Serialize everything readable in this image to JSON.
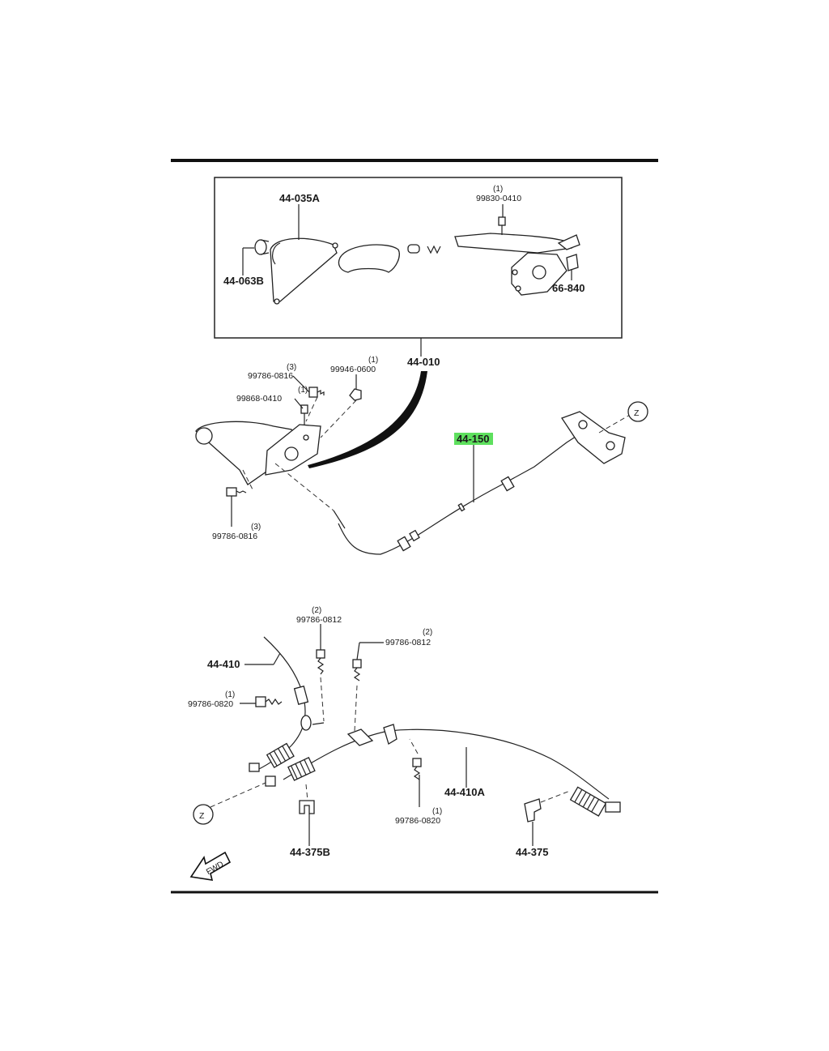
{
  "labels": {
    "part_44_035a": "44-035A",
    "part_44_063b": "44-063B",
    "part_99830_0410_qty": "(1)",
    "part_99830_0410": "99830-0410",
    "part_66_840": "66-840",
    "part_44_010": "44-010",
    "part_99786_0816_top_qty": "(3)",
    "part_99786_0816_top": "99786-0816",
    "part_99868_0410_qty": "(1)",
    "part_99868_0410": "99868-0410",
    "part_99946_0600_qty": "(1)",
    "part_99946_0600": "99946-0600",
    "part_99786_0816_bot_qty": "(3)",
    "part_99786_0816_bot": "99786-0816",
    "part_44_150": "44-150",
    "ref_z": "Z",
    "part_99786_0812_a_qty": "(2)",
    "part_99786_0812_a": "99786-0812",
    "part_99786_0812_b_qty": "(2)",
    "part_99786_0812_b": "99786-0812",
    "part_44_410": "44-410",
    "part_99786_0820_a_qty": "(1)",
    "part_99786_0820_a": "99786-0820",
    "part_44_410a": "44-410A",
    "part_99786_0820_b_qty": "(1)",
    "part_99786_0820_b": "99786-0820",
    "part_44_375b": "44-375B",
    "part_44_375": "44-375",
    "fwd": "FWD"
  },
  "colors": {
    "highlight": "#5ee05e",
    "ink": "#1a1a1a"
  }
}
